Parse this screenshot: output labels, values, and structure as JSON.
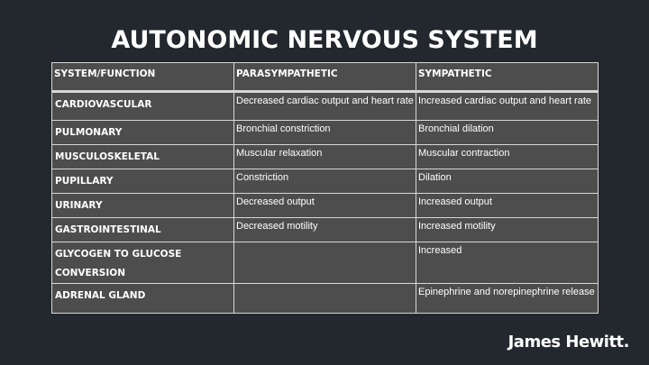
{
  "title": "AUTONOMIC NERVOUS SYSTEM",
  "table": {
    "headers": [
      "SYSTEM/FUNCTION",
      "PARASYMPATHETIC",
      "SYMPATHETIC"
    ],
    "rows": [
      {
        "function": "CARDIOVASCULAR",
        "parasympathetic": "Decreased cardiac output and heart rate",
        "sympathetic": "Increased cardiac output and heart rate"
      },
      {
        "function": "PULMONARY",
        "parasympathetic": "Bronchial constriction",
        "sympathetic": "Bronchial dilation"
      },
      {
        "function": "MUSCULOSKELETAL",
        "parasympathetic": "Muscular relaxation",
        "sympathetic": "Muscular contraction"
      },
      {
        "function": "PUPILLARY",
        "parasympathetic": "Constriction",
        "sympathetic": "Dilation"
      },
      {
        "function": "URINARY",
        "parasympathetic": "Decreased output",
        "sympathetic": "Increased output"
      },
      {
        "function": "GASTROINTESTINAL",
        "parasympathetic": "Decreased motility",
        "sympathetic": "Increased motility"
      },
      {
        "function": "GLYCOGEN TO GLUCOSE CONVERSION",
        "parasympathetic": "",
        "sympathetic": "Increased"
      },
      {
        "function": "ADRENAL GLAND",
        "parasympathetic": "",
        "sympathetic": "Epinephrine and norepinephrine release"
      }
    ]
  },
  "brand": "James Hewitt."
}
